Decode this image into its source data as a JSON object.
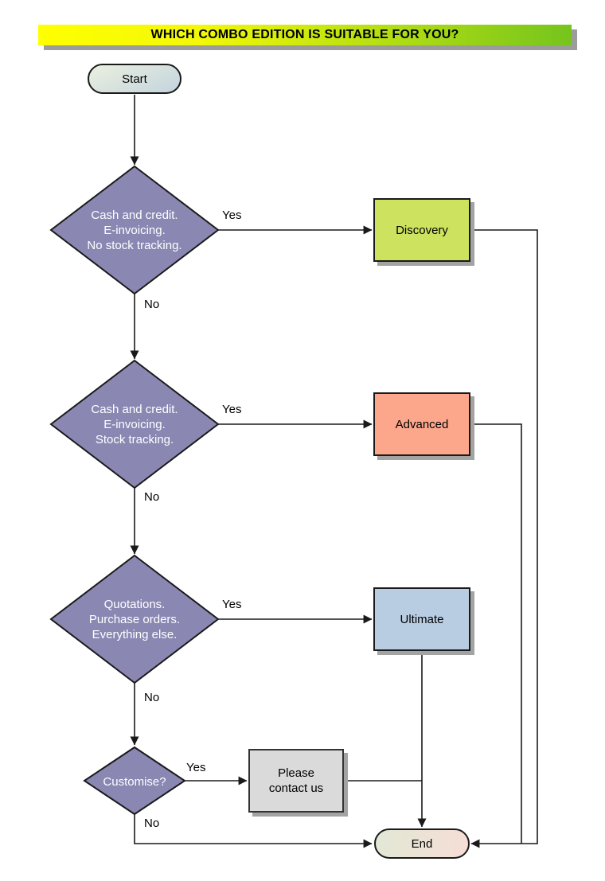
{
  "title": {
    "text": "WHICH COMBO EDITION IS SUITABLE FOR YOU?"
  },
  "nodes": {
    "start": {
      "label": "Start"
    },
    "decision1": {
      "line1": "Cash and credit.",
      "line2": "E-invoicing.",
      "line3": "No stock tracking."
    },
    "decision2": {
      "line1": "Cash and credit.",
      "line2": "E-invoicing.",
      "line3": "Stock tracking."
    },
    "decision3": {
      "line1": "Quotations.",
      "line2": "Purchase orders.",
      "line3": "Everything else."
    },
    "decision4": {
      "label": "Customise?"
    },
    "discovery": {
      "label": "Discovery"
    },
    "advanced": {
      "label": "Advanced"
    },
    "ultimate": {
      "label": "Ultimate"
    },
    "contact": {
      "line1": "Please",
      "line2": "contact us"
    },
    "end": {
      "label": "End"
    }
  },
  "edge_labels": {
    "yes1": "Yes",
    "no1": "No",
    "yes2": "Yes",
    "no2": "No",
    "yes3": "Yes",
    "no3": "No",
    "yes4": "Yes",
    "no4": "No"
  },
  "colors": {
    "banner_gradient_start": "#ffff00",
    "banner_gradient_end": "#76c41d",
    "decision_fill": "#8a87b3",
    "decision_text": "#ffffff",
    "discovery_fill": "#cde25e",
    "advanced_fill": "#fca68b",
    "ultimate_fill": "#b9cde2",
    "contact_fill": "#dadada",
    "connector": "#1a1a1a",
    "shadow": "#a3a3a3"
  }
}
